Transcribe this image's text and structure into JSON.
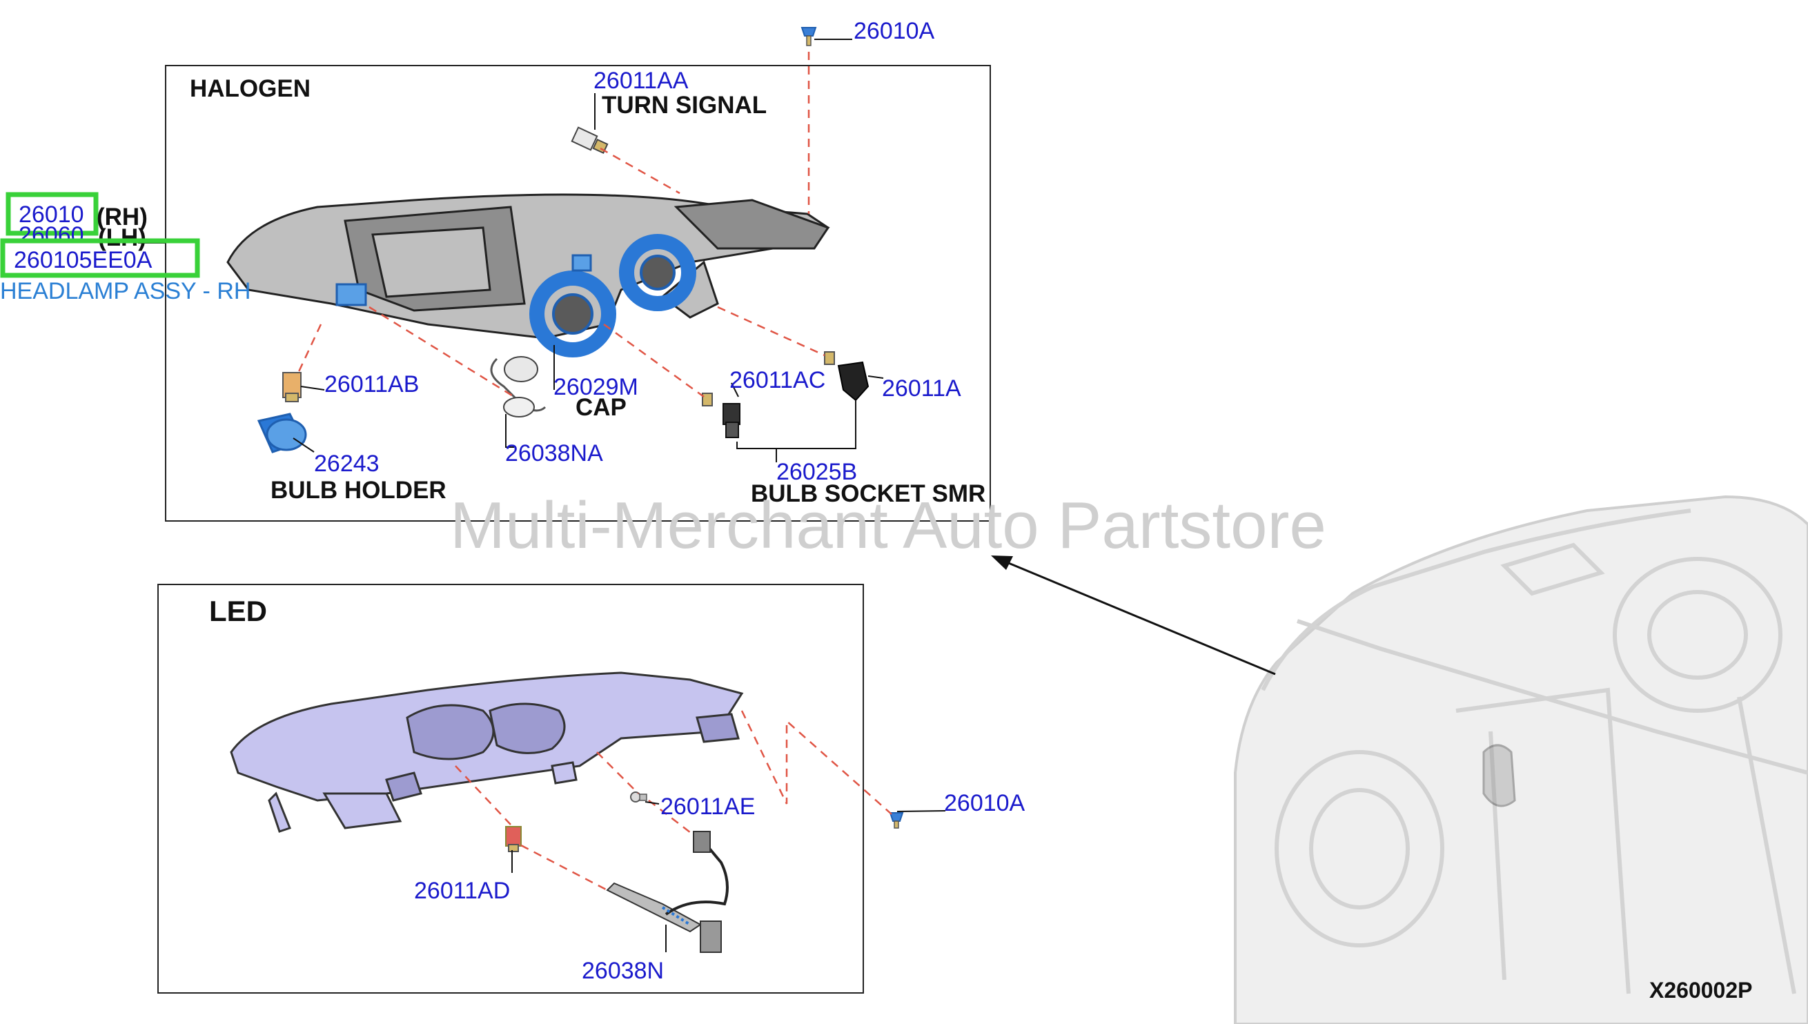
{
  "diagram_code": "X260002P",
  "watermark": "Multi-Merchant Auto Partstore",
  "halogen_section": {
    "title": "HALOGEN",
    "callouts": [
      {
        "part": "26011AA",
        "desc": "TURN SIGNAL"
      },
      {
        "part": "26011AB",
        "desc": ""
      },
      {
        "part": "26029M",
        "desc": "CAP"
      },
      {
        "part": "26011AC",
        "desc": ""
      },
      {
        "part": "26011A",
        "desc": ""
      },
      {
        "part": "26243",
        "desc": "BULB HOLDER"
      },
      {
        "part": "26038NA",
        "desc": ""
      },
      {
        "part": "26025B",
        "desc": "BULB SOCKET SMR"
      }
    ]
  },
  "top_callout": {
    "part": "26010A"
  },
  "led_section": {
    "title": "LED",
    "callouts": [
      {
        "part": "26011AE"
      },
      {
        "part": "26010A"
      },
      {
        "part": "26011AD"
      },
      {
        "part": "26038N"
      }
    ]
  },
  "assembly": {
    "rh_part": "26010",
    "rh_suffix": "(RH)",
    "lh_part": "26060",
    "lh_suffix": "(LH)",
    "highlight_part": "260105EE0A",
    "highlight_desc": "HEADLAMP ASSY - RH"
  },
  "colors": {
    "highlight_green": "#39d139",
    "part_number_blue": "#1a1acc",
    "desc_blue": "#2a7fd4",
    "leader_dash_red": "#e05545"
  }
}
